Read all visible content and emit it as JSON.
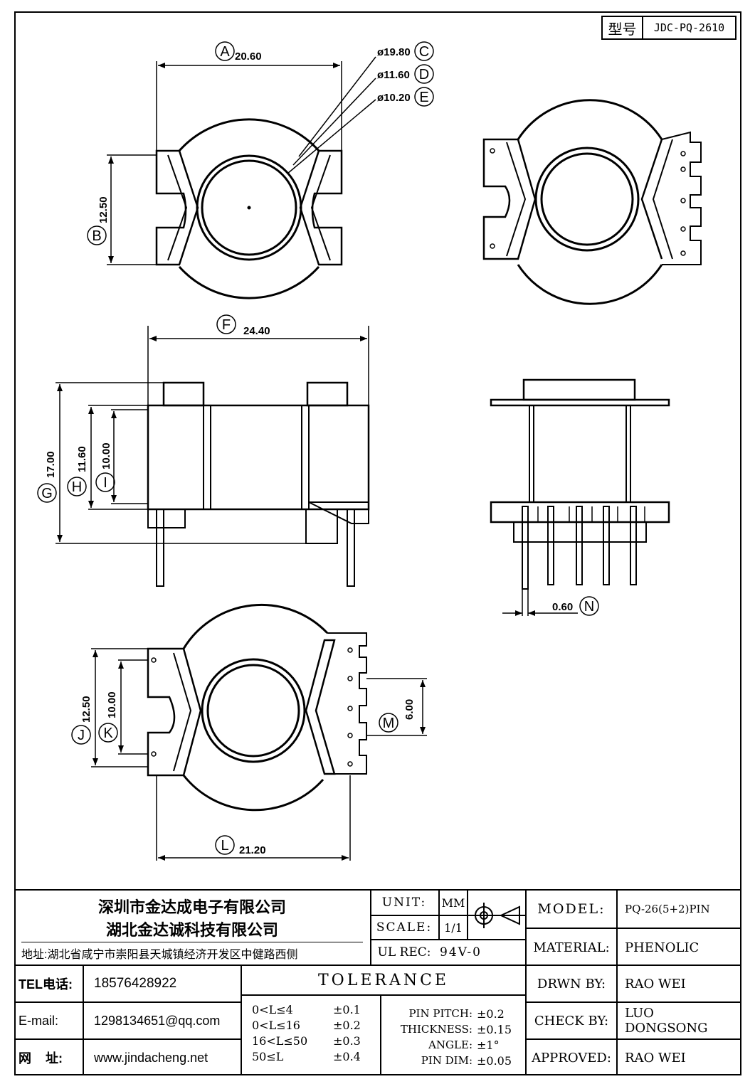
{
  "model_box": {
    "label": "型号",
    "value": "JDC-PQ-2610"
  },
  "dimensions": {
    "A": "20.60",
    "B": "12.50",
    "C": "ø19.80",
    "D": "ø11.60",
    "E": "ø10.20",
    "F": "24.40",
    "G": "17.00",
    "H": "11.60",
    "I": "10.00",
    "J": "12.50",
    "K": "10.00",
    "L": "21.20",
    "M": "6.00",
    "N": "0.60"
  },
  "letters": [
    "A",
    "B",
    "C",
    "D",
    "E",
    "F",
    "G",
    "H",
    "I",
    "J",
    "K",
    "L",
    "M",
    "N"
  ],
  "company": {
    "name1": "深圳市金达成电子有限公司",
    "name2": "湖北金达诚科技有限公司",
    "address": "地址:湖北省咸宁市崇阳县天城镇经济开发区中健路西侧"
  },
  "contact": {
    "tel_label": "TEL电话:",
    "tel": "18576428922",
    "email_label": "E-mail:",
    "email": "1298134651@qq.com",
    "web_label": "网    址:",
    "web": "www.jindacheng.net"
  },
  "unit": {
    "label": "UNIT:",
    "value": "MM"
  },
  "scale": {
    "label": "SCALE:",
    "value": "1/1"
  },
  "ulrec": {
    "label": "UL REC:",
    "value": "94V-0"
  },
  "tolerance": {
    "title": "TOLERANCE",
    "rows": [
      {
        "range": "0<L≤4",
        "tol": "±0.1"
      },
      {
        "range": "0<L≤16",
        "tol": "±0.2"
      },
      {
        "range": "16<L≤50",
        "tol": "±0.3"
      },
      {
        "range": "50≤L",
        "tol": "±0.4"
      }
    ],
    "extra": [
      {
        "k": "PIN PITCH:",
        "v": "±0.2"
      },
      {
        "k": "THICKNESS:",
        "v": "±0.15"
      },
      {
        "k": "ANGLE:",
        "v": "±1°"
      },
      {
        "k": "PIN DIM:",
        "v": "±0.05"
      }
    ]
  },
  "info": {
    "model_label": "MODEL:",
    "model": "PQ-26(5+2)PIN",
    "material_label": "MATERIAL:",
    "material": "PHENOLIC",
    "drawn_label": "DRWN BY:",
    "drawn": "RAO WEI",
    "check_label": "CHECK BY:",
    "check": "LUO DONGSONG",
    "approved_label": "APPROVED:",
    "approved": "RAO WEI"
  }
}
